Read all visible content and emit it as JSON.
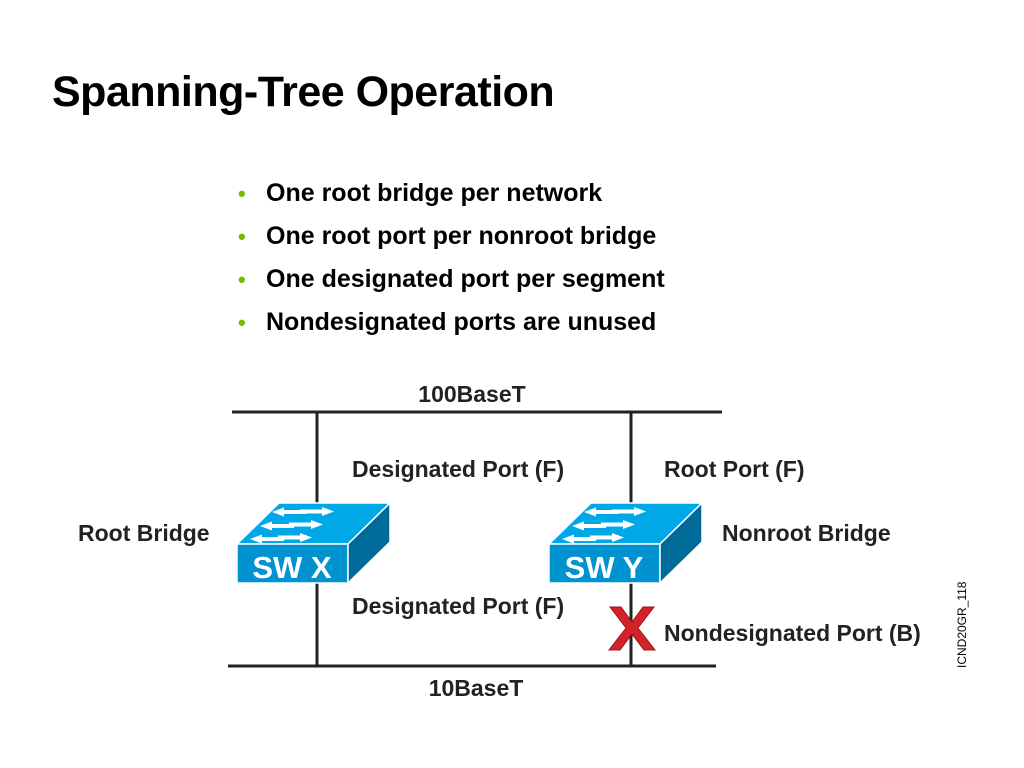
{
  "slide": {
    "title": "Spanning-Tree Operation",
    "bullet_symbol": "•",
    "bullet_color": "#7AB800",
    "bullets": [
      "One root bridge per network",
      "One root port per nonroot bridge",
      "One designated port per segment",
      "Nondesignated ports are unused"
    ]
  },
  "diagram": {
    "segment_top": "100BaseT",
    "segment_bottom": "10BaseT",
    "switch_x": {
      "label": "SW X",
      "role": "Root Bridge",
      "port_top": "Designated Port (F)",
      "port_bottom": "Designated Port (F)",
      "icon": "switch-icon"
    },
    "switch_y": {
      "label": "SW Y",
      "role": "Nonroot Bridge",
      "port_top": "Root Port (F)",
      "port_bottom": "Nondesignated Port (B)",
      "icon": "switch-icon",
      "blocked_marker": "x-mark-icon"
    },
    "figure_id": "ICND20GR_118",
    "colors": {
      "switch_top": "#00A8E8",
      "switch_front": "#0093CF",
      "switch_side": "#006A99",
      "blocked_mark": "#D3222A",
      "lines": "#222222"
    }
  }
}
